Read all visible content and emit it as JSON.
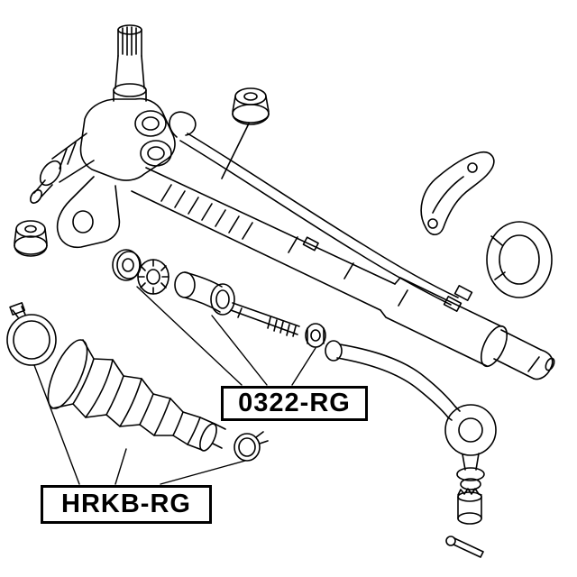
{
  "page": {
    "background_color": "#ffffff",
    "line_color": "#000000",
    "description": "Exploded black-and-white parts line diagram of a power steering rack assembly with two part-code callouts"
  },
  "labels": {
    "part_code_1": "0322-RG",
    "part_code_2": "HRKB-RG"
  },
  "diagram": {
    "type": "exploded-parts-diagram",
    "callouts": [
      {
        "code": "0322-RG",
        "points_to": [
          "washer",
          "lock-washer",
          "inner-tie-rod-axial-joint",
          "rod-nut"
        ]
      },
      {
        "code": "HRKB-RG",
        "points_to": [
          "boot-clamp-large",
          "steering-rack-boot",
          "boot-clamp-small"
        ]
      }
    ],
    "parts": [
      "input-shaft",
      "steering-gear-housing",
      "housing-mount-lug",
      "rack-tube",
      "hydraulic-lines",
      "mount-bushing-top",
      "mount-bushing-left",
      "washer",
      "lock-washer",
      "inner-tie-rod-axial-joint",
      "rod-nut",
      "boot-clamp-large",
      "steering-rack-boot",
      "boot-clamp-small",
      "outer-tie-rod",
      "tie-rod-end",
      "castle-nut",
      "cotter-pin",
      "mounting-bracket",
      "bracket-bushing"
    ]
  }
}
